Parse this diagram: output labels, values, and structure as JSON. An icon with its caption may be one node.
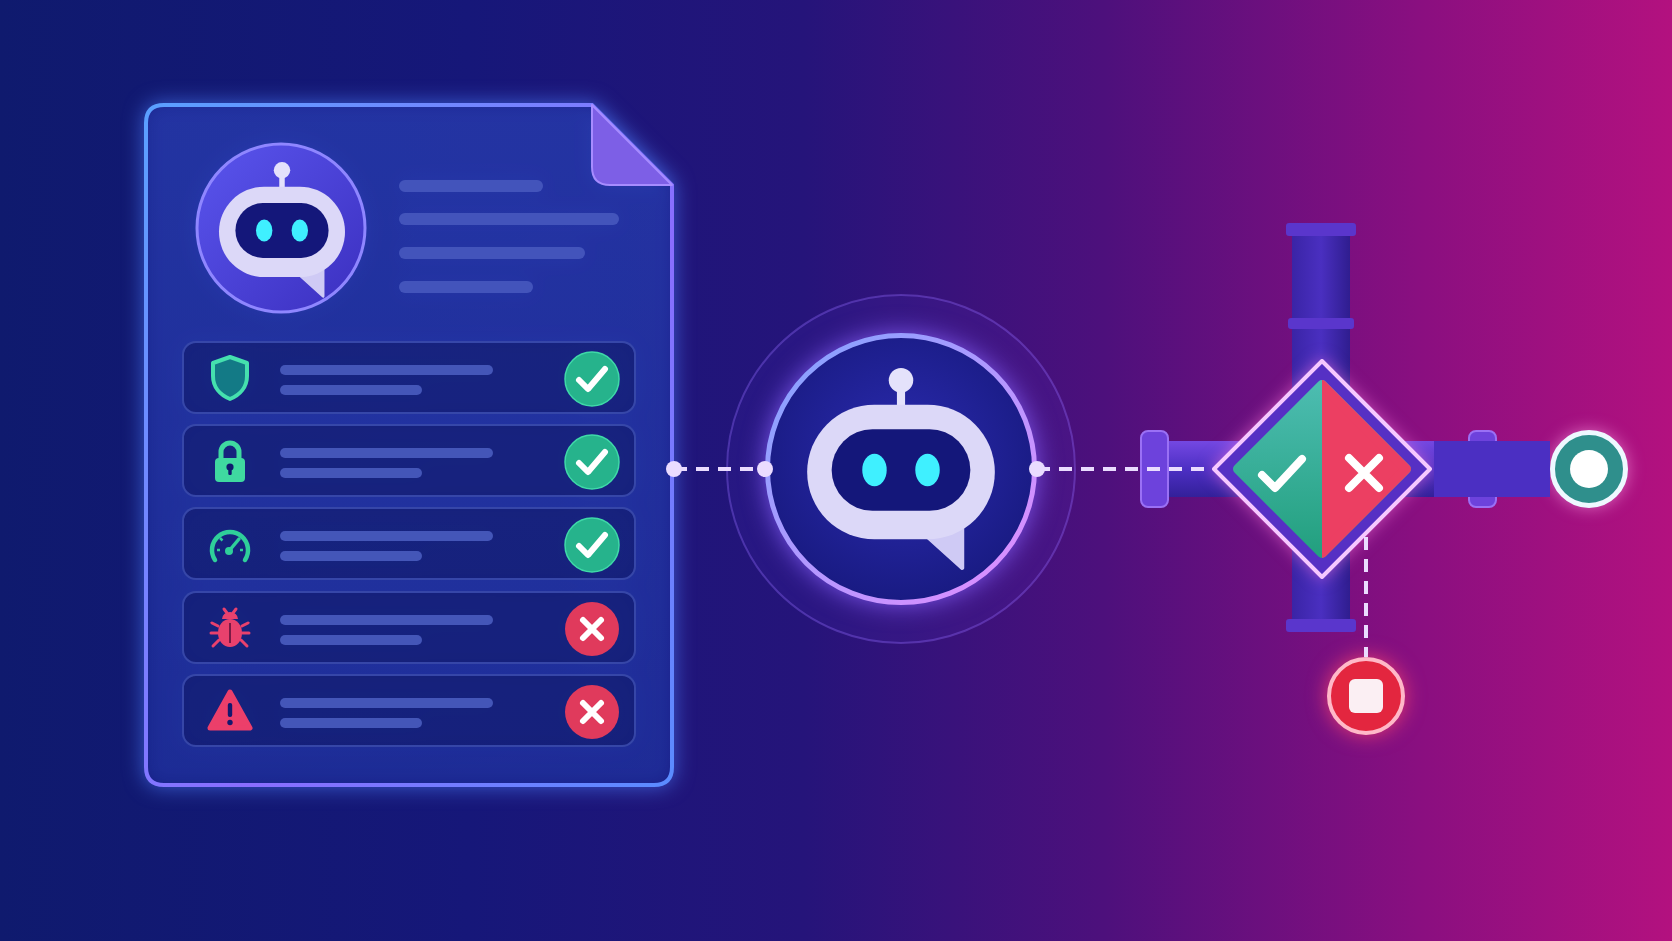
{
  "diagram": {
    "nodes": [
      {
        "text": [],
        "shape": "document"
      },
      {
        "text": [],
        "shape": "circle"
      },
      {
        "text": [],
        "shape": "diamond"
      },
      {
        "text": [],
        "shape": "circle"
      },
      {
        "text": [],
        "shape": "circle"
      }
    ],
    "edges": [
      {
        "from": 0,
        "to": 1,
        "arrow": "other",
        "style": "dashed"
      },
      {
        "from": 1,
        "to": 2,
        "arrow": "other",
        "style": "dashed"
      },
      {
        "from": 2,
        "to": 3,
        "arrow": "none",
        "style": "thick",
        "color": "#4b2fc2"
      },
      {
        "from": 2,
        "to": 4,
        "arrow": "none",
        "style": "dashed"
      }
    ]
  }
}
